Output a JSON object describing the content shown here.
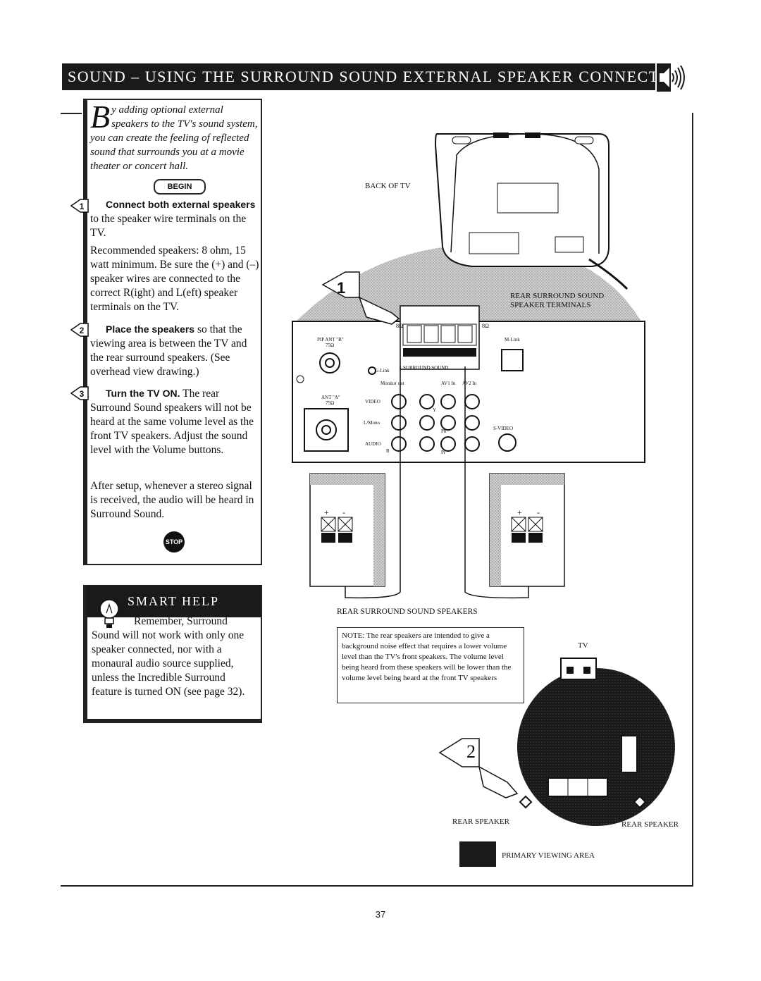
{
  "banner": {
    "title": "SOUND – USING THE SURROUND SOUND EXTERNAL SPEAKER CONNECTIONS"
  },
  "intro": {
    "dropcap": "B",
    "text": "y adding optional external speakers to the TV's sound system, you can create the feeling of reflected sound that surrounds you at a movie theater or concert hall."
  },
  "begin_label": "BEGIN",
  "steps": [
    {
      "number": "1",
      "bold": "Connect both external speakers",
      "text": " to the speaker wire terminals on the TV.",
      "extra": "Recommended speakers: 8 ohm, 15 watt minimum. Be sure the (+) and (–) speaker wires are connected to the correct R(ight) and L(eft) speaker terminals on the TV."
    },
    {
      "number": "2",
      "bold": "Place the speakers",
      "text": " so that the viewing area is between the TV and the rear surround speakers. (See overhead view drawing.)"
    },
    {
      "number": "3",
      "bold": "Turn the TV ON.",
      "text": " The rear Surround Sound speakers will not be heard at the same volume level as the front TV speakers. Adjust the sound level with the Volume buttons.",
      "extra": "After setup, whenever a stereo signal is received, the audio will be heard in Surround Sound."
    }
  ],
  "stop_label": "STOP",
  "smart_help": {
    "title": "SMART HELP",
    "text": "Remember, Surround Sound will not work with only one speaker connected, nor with a monaural audio source supplied, unless the Incredible Surround feature is turned ON (see page 32)."
  },
  "diagram": {
    "back_of_tv": "BACK OF TV",
    "rear_terminals": "REAR SURROUND SOUND SPEAKER TERMINALS",
    "pip_ant": "PIP ANT \"B\"",
    "pip_ant_ohm": "75Ω",
    "ant_a": "ANT \"A\"",
    "ant_a_ohm": "75Ω",
    "g_link": "G-Link",
    "m_link": "M-Link",
    "surround_sound": "SURROUND SOUND",
    "monitor_out": "Monitor out",
    "av1_in": "AV1 In",
    "av2_in": "AV2 In",
    "video": "VIDEO",
    "l_mono": "L/Mono",
    "audio": "AUDIO",
    "r": "R",
    "y": "Y",
    "pb": "Pb",
    "pr": "Pr",
    "s_video": "S-VIDEO",
    "ohm_left": "8Ω",
    "ohm_right": "8Ω",
    "plus": "+",
    "minus": "-",
    "rear_speakers_caption": "REAR SURROUND SOUND SPEAKERS",
    "step1_marker": "1",
    "step2_marker": "2"
  },
  "note": {
    "text": "NOTE: The rear speakers are intended to give a background noise effect that requires a lower volume level than the TV's front speakers. The volume level being heard from these speakers will be lower than the volume level being heard at the front TV speakers"
  },
  "overhead": {
    "tv_label": "TV",
    "rear_speaker_left": "REAR SPEAKER",
    "rear_speaker_right": "REAR SPEAKER",
    "legend": "PRIMARY VIEWING AREA"
  },
  "page_number": "37"
}
